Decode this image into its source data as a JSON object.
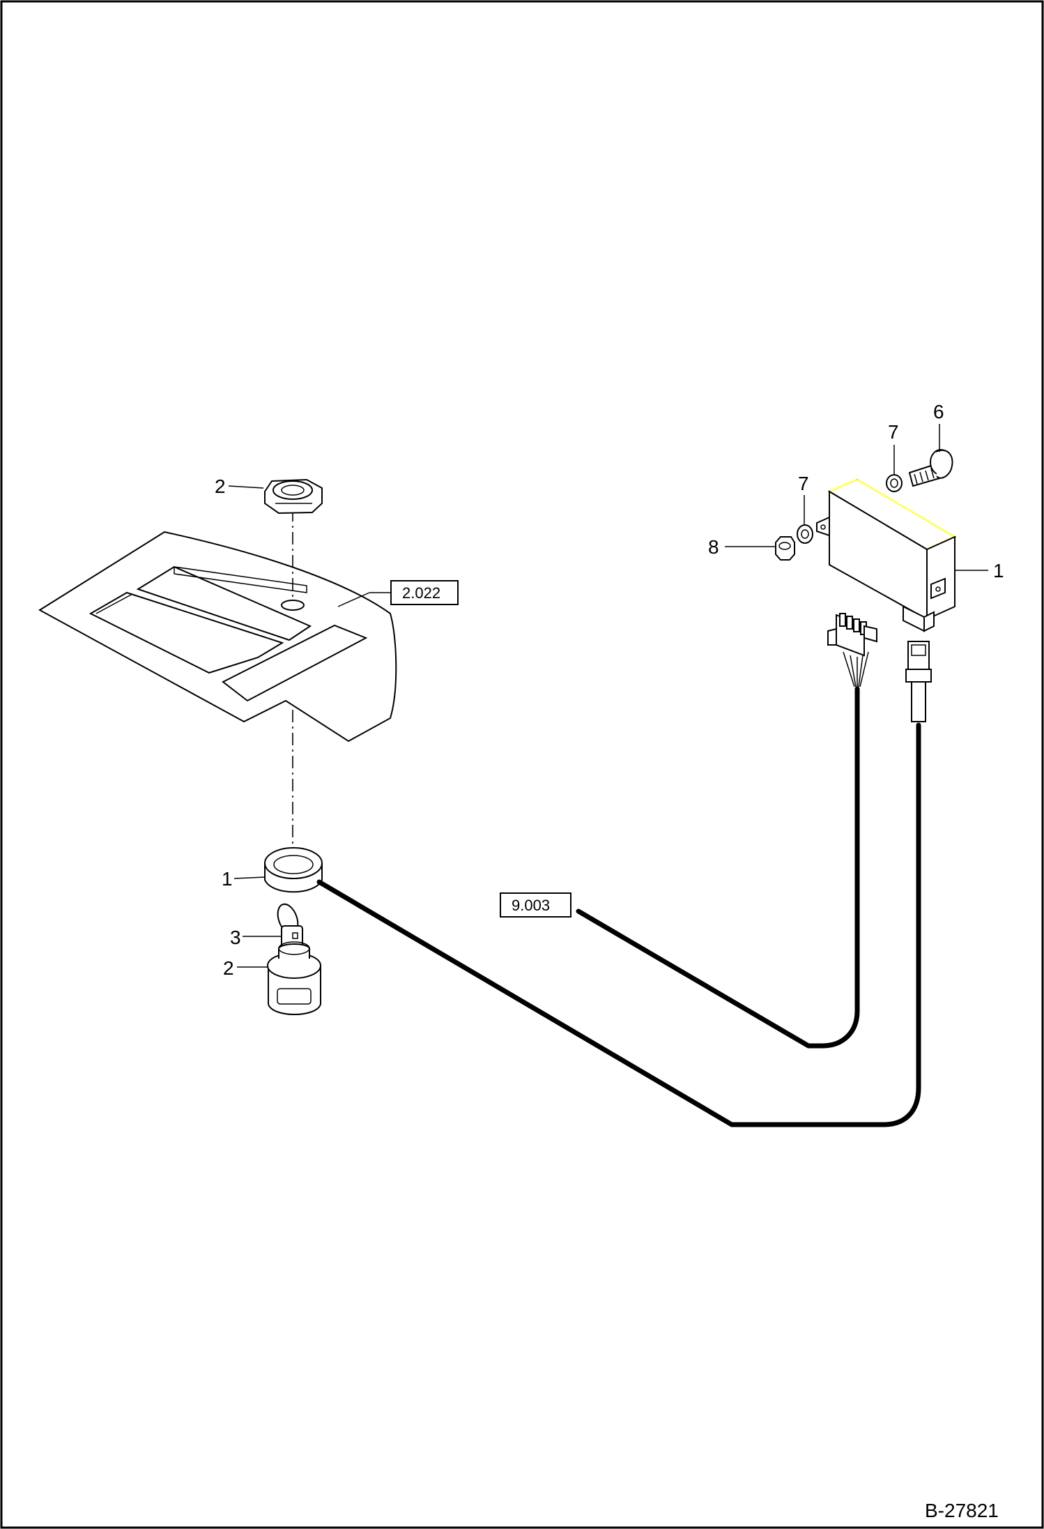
{
  "callouts": {
    "nut_top": "2",
    "grommet": "1",
    "key": "3",
    "ignition_switch": "2",
    "control_unit": "1",
    "screw": "6",
    "washer_upper": "7",
    "washer_lower": "7",
    "nut_small": "8"
  },
  "references": {
    "panel_ref": "2.022",
    "harness_ref": "9.003"
  },
  "document_number": "B-27821",
  "colors": {
    "line": "#000000",
    "background": "#ffffff",
    "highlight_edge": "#ffff66"
  }
}
